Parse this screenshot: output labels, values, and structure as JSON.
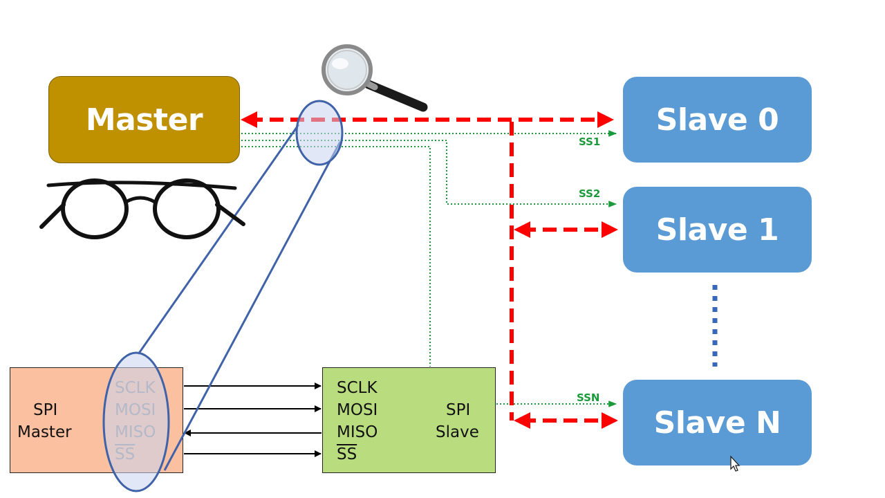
{
  "nodes": {
    "master": "Master",
    "slave0": "Slave 0",
    "slave1": "Slave 1",
    "slaveN": "Slave N"
  },
  "select_lines": {
    "ss1": "SS1",
    "ss2": "SS2",
    "ssn": "SSN"
  },
  "spi_master": {
    "label_line1": "SPI",
    "label_line2": "Master",
    "pins": [
      "SCLK",
      "MOSI",
      "MISO",
      "SS"
    ]
  },
  "spi_slave": {
    "label_line1": "SPI",
    "label_line2": "Slave",
    "pins": [
      "SCLK",
      "MOSI",
      "MISO",
      "SS"
    ]
  },
  "colors": {
    "master": "#bf9000",
    "slave": "#5b9bd5",
    "bus": "#ff0000",
    "select": "#1a9a3a",
    "zoom": "#3f62a8",
    "spi_master_fill": "#fbc0a0",
    "spi_slave_fill": "#b9dd7e"
  },
  "icons": [
    "magnifier-icon",
    "glasses-icon",
    "mouse-cursor-icon"
  ]
}
